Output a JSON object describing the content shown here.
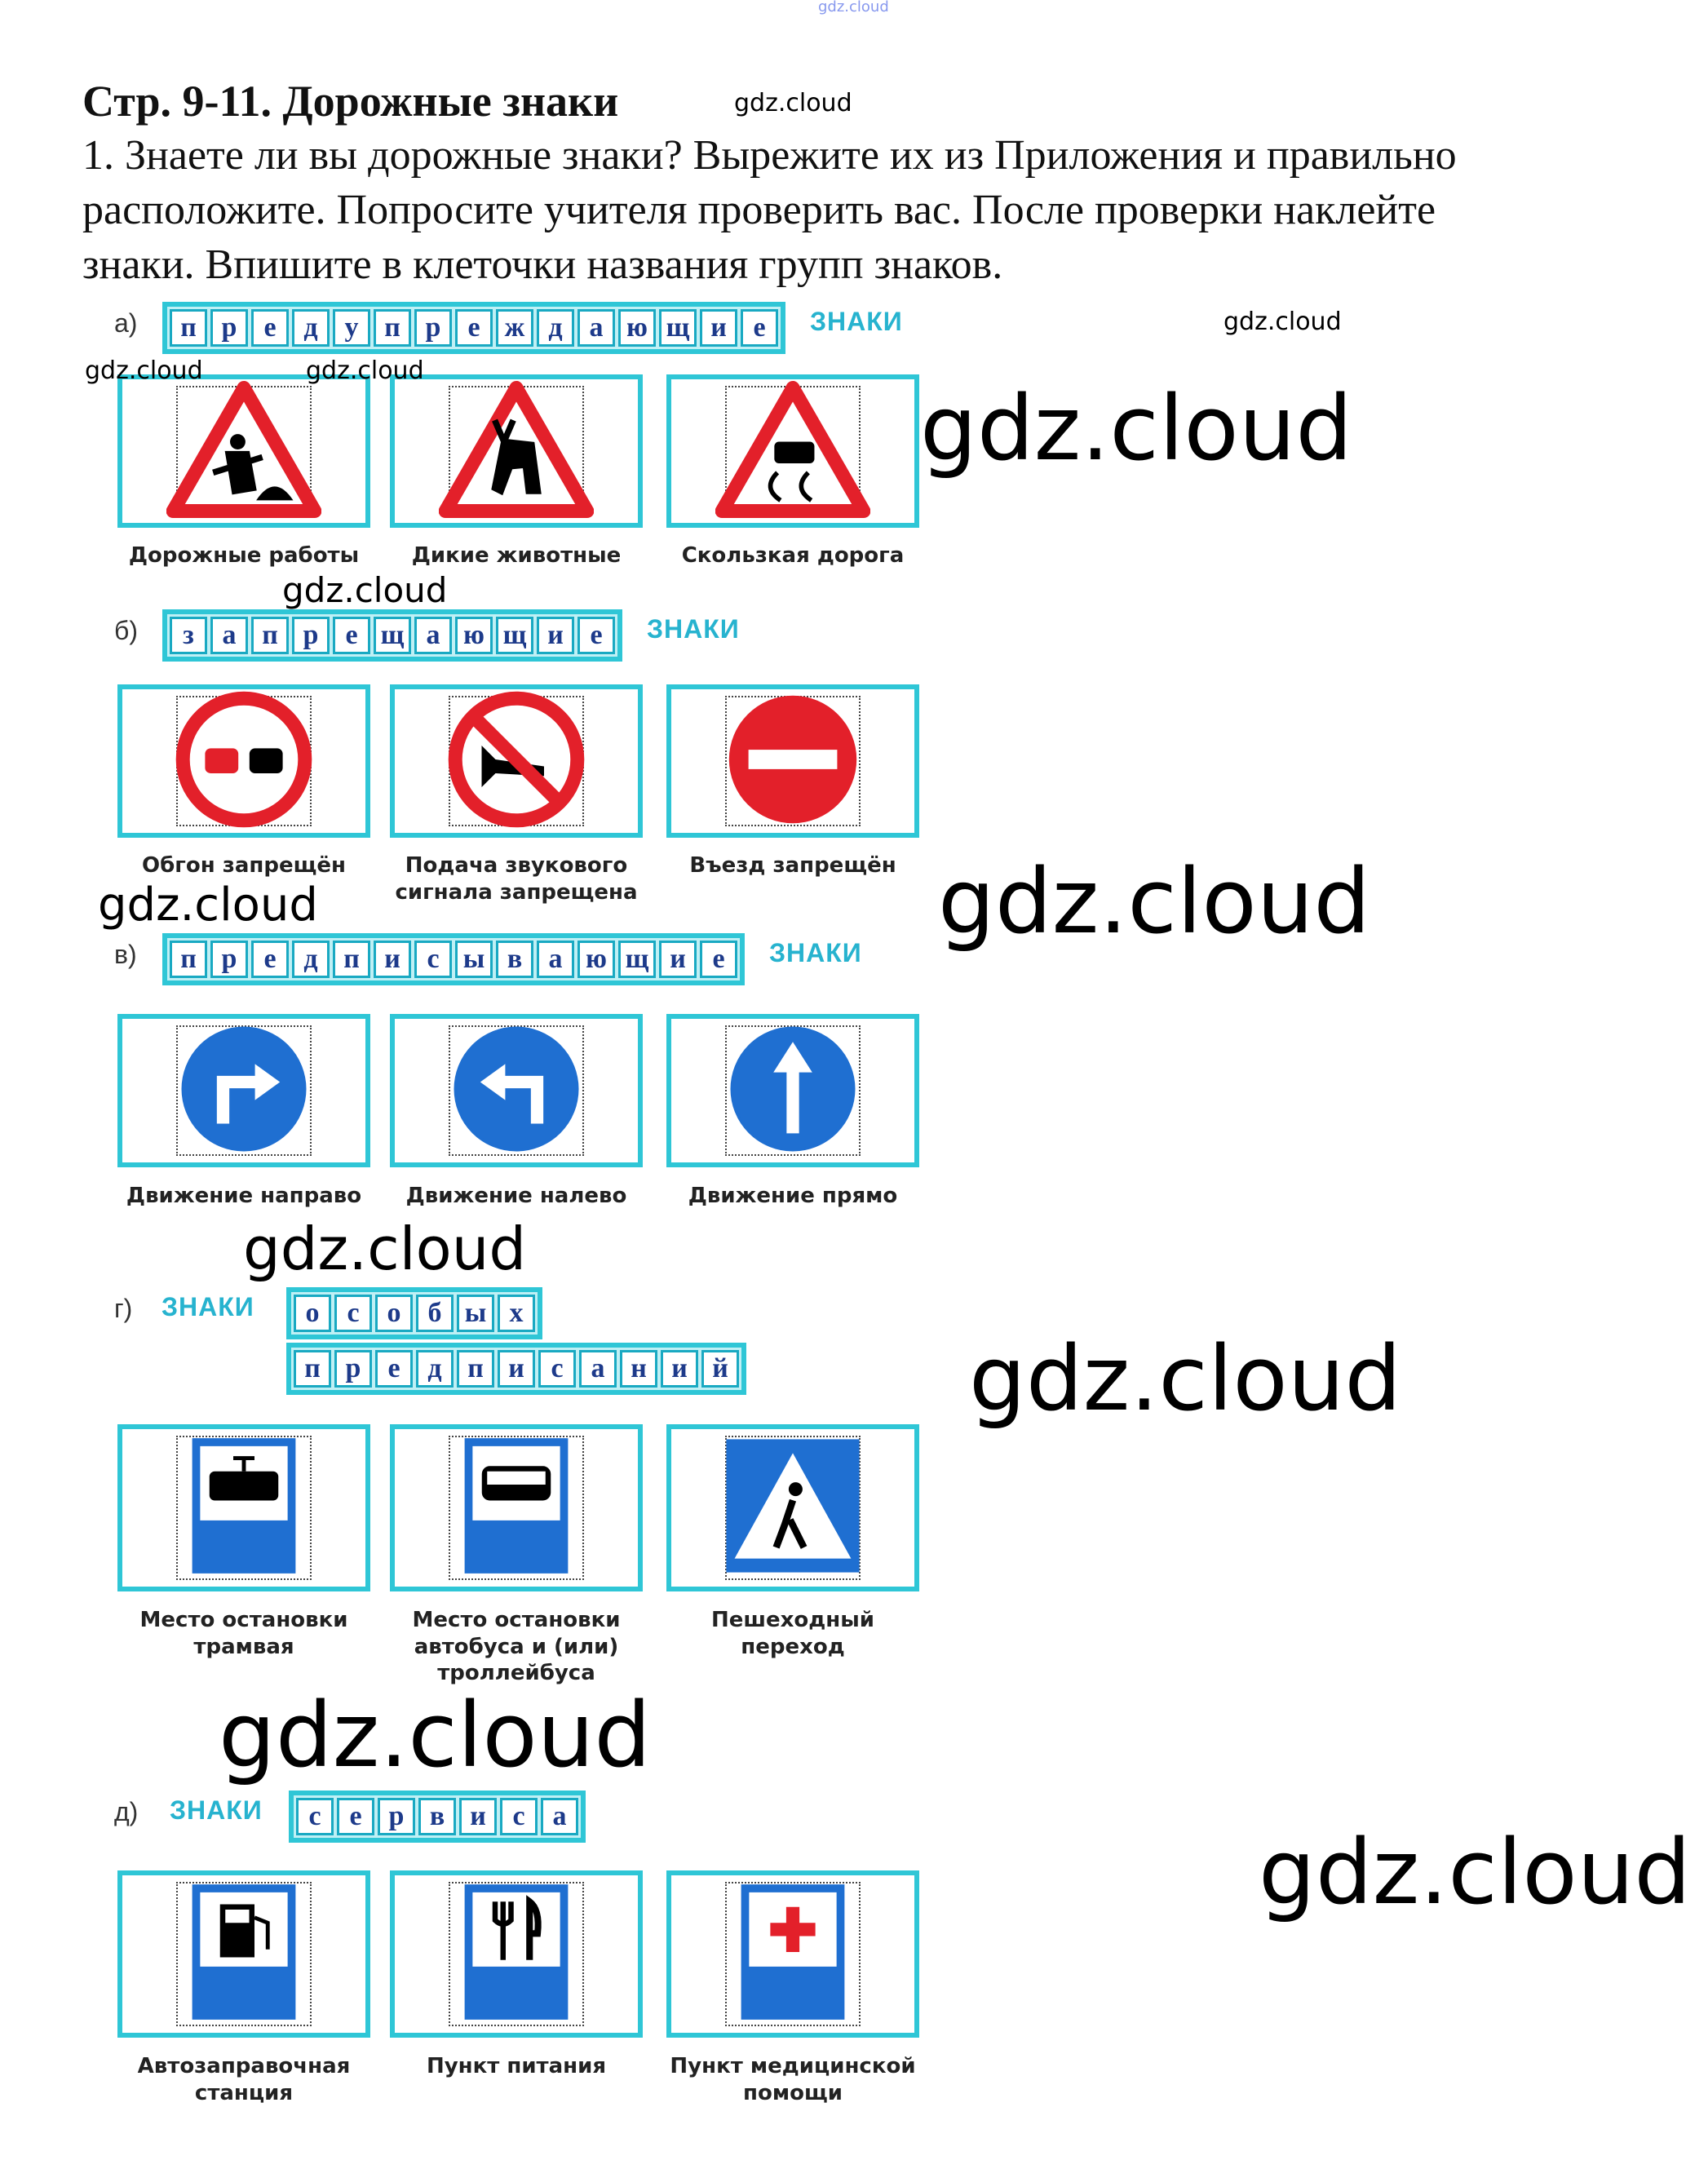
{
  "header_watermark": "gdz.cloud",
  "title": "Стр. 9-11. Дорожные знаки",
  "task_lines": [
    "1. Знаете ли вы дорожные знаки? Вырежите их из Приложения и правильно",
    "расположите. Попросите учителя проверить вас. После проверки наклейте",
    "знаки. Впишите в клеточки названия групп знаков."
  ],
  "znaki_word": "ЗНАКИ",
  "sections": [
    {
      "label": "а)",
      "words": [
        "предупреждающие"
      ],
      "signs": [
        {
          "icon": "road-works",
          "name": "Дорожные работы"
        },
        {
          "icon": "wild-animals",
          "name": "Дикие животные"
        },
        {
          "icon": "slippery-road",
          "name": "Скользкая дорога"
        }
      ]
    },
    {
      "label": "б)",
      "words": [
        "запрещающие"
      ],
      "signs": [
        {
          "icon": "no-overtaking",
          "name": "Обгон запрещён"
        },
        {
          "icon": "no-horn",
          "name": "Подача звукового сигнала запрещена"
        },
        {
          "icon": "no-entry",
          "name": "Въезд запрещён"
        }
      ]
    },
    {
      "label": "в)",
      "words": [
        "предписывающие"
      ],
      "signs": [
        {
          "icon": "turn-right",
          "name": "Движение направо"
        },
        {
          "icon": "turn-left",
          "name": "Движение налево"
        },
        {
          "icon": "straight",
          "name": "Движение прямо"
        }
      ]
    },
    {
      "label": "г)",
      "words": [
        "особых",
        "предписаний"
      ],
      "signs": [
        {
          "icon": "tram-stop",
          "name": "Место остановки трамвая"
        },
        {
          "icon": "bus-stop",
          "name": "Место остановки автобуса и (или) троллейбуса"
        },
        {
          "icon": "crosswalk",
          "name": "Пешеходный переход"
        }
      ]
    },
    {
      "label": "д)",
      "words": [
        "сервиса"
      ],
      "signs": [
        {
          "icon": "gas-station",
          "name": "Автозаправочная станция"
        },
        {
          "icon": "food",
          "name": "Пункт питания"
        },
        {
          "icon": "medical",
          "name": "Пункт медицинской помощи"
        }
      ]
    }
  ],
  "watermarks": [
    "gdz.cloud",
    "gdz.cloud",
    "gdz.cloud",
    "gdz.cloud",
    "gdz.cloud",
    "gdz.cloud",
    "gdz.cloud",
    "gdz.cloud",
    "gdz.cloud",
    "gdz.cloud",
    "gdz.cloud",
    "gdz.cloud"
  ],
  "colors": {
    "cyan": "#2fc6d6",
    "red": "#e3202a",
    "blue": "#1f6fd1"
  }
}
